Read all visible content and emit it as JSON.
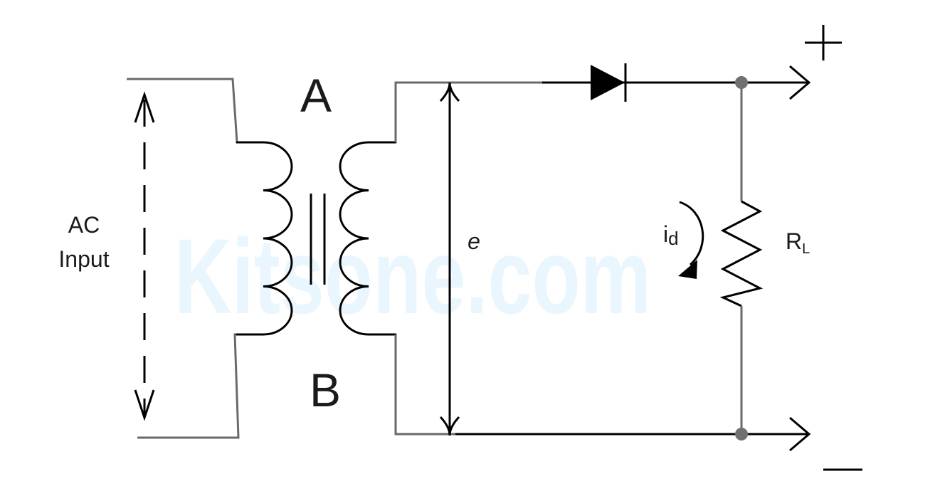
{
  "labels": {
    "primary_node": "A",
    "secondary_node": "B",
    "input_line1": "AC",
    "input_line2": "Input",
    "voltage": "e",
    "current_main": "i",
    "current_sub": "d",
    "resistor_main": "R",
    "resistor_sub": "L",
    "positive_terminal": "+",
    "negative_terminal": "—"
  },
  "watermark": "Kitsone.com",
  "colors": {
    "wire": "#6a6a6a",
    "component": "#000000",
    "node": "#707070",
    "watermark": "#eaf6fd"
  }
}
